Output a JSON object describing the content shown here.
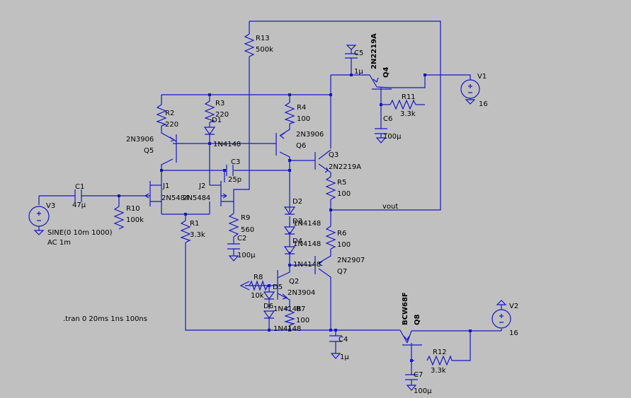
{
  "schematic": {
    "components": {
      "r13": {
        "name": "R13",
        "value": "500k"
      },
      "r2": {
        "name": "R2",
        "value": "220"
      },
      "r3": {
        "name": "R3",
        "value": "220"
      },
      "r4": {
        "name": "R4",
        "value": "100"
      },
      "r5": {
        "name": "R5",
        "value": "100"
      },
      "r6": {
        "name": "R6",
        "value": "100"
      },
      "r7": {
        "name": "R7",
        "value": "100"
      },
      "r8": {
        "name": "R8",
        "value": "10k"
      },
      "r9": {
        "name": "R9",
        "value": "560"
      },
      "r10": {
        "name": "R10",
        "value": "100k"
      },
      "r1": {
        "name": "R1",
        "value": "3.3k"
      },
      "r11": {
        "name": "R11",
        "value": "3.3k"
      },
      "r12": {
        "name": "R12",
        "value": "3.3k"
      },
      "c1": {
        "name": "C1",
        "value": "47µ"
      },
      "c2": {
        "name": "C2",
        "value": "100µ"
      },
      "c3": {
        "name": "C3",
        "value": "25p"
      },
      "c4": {
        "name": "C4",
        "value": "1µ"
      },
      "c5": {
        "name": "C5",
        "value": "1µ"
      },
      "c6": {
        "name": "C6",
        "value": "100µ"
      },
      "c7": {
        "name": "C7",
        "value": "100µ"
      },
      "q2": {
        "name": "Q2",
        "value": "2N3904"
      },
      "q3": {
        "name": "Q3",
        "value": "2N2219A"
      },
      "q4": {
        "name": "Q4",
        "value": "2N2219A"
      },
      "q5": {
        "name": "Q5",
        "value": "2N3906"
      },
      "q6": {
        "name": "Q6",
        "value": "2N3906"
      },
      "q7": {
        "name": "Q7",
        "value": "2N2907"
      },
      "q8": {
        "name": "Q8",
        "value": "BCW68F"
      },
      "j1": {
        "name": "J1",
        "value": "2N5484"
      },
      "j2": {
        "name": "J2",
        "value": "2N5484"
      },
      "d1": {
        "name": "D1",
        "value": "1N4148"
      },
      "d2": {
        "name": "D2",
        "value": "1N4148"
      },
      "d3": {
        "name": "D3",
        "value": "1N4148"
      },
      "d4": {
        "name": "D4",
        "value": "1N4148"
      },
      "d5": {
        "name": "D5",
        "value": "1N4148"
      },
      "d6": {
        "name": "D6",
        "value": "1N4148"
      },
      "v1": {
        "name": "V1",
        "value": "16"
      },
      "v2": {
        "name": "V2",
        "value": "16"
      },
      "v3": {
        "name": "V3",
        "value": "SINE(0 10m 1000)",
        "extra": "AC 1m"
      }
    },
    "net_labels": {
      "vout": "vout"
    },
    "directive": ".tran 0 20ms 1ns 100ns",
    "colors": {
      "background": "#c0c0c0",
      "wire": "#1616c8",
      "text": "#000000"
    }
  }
}
